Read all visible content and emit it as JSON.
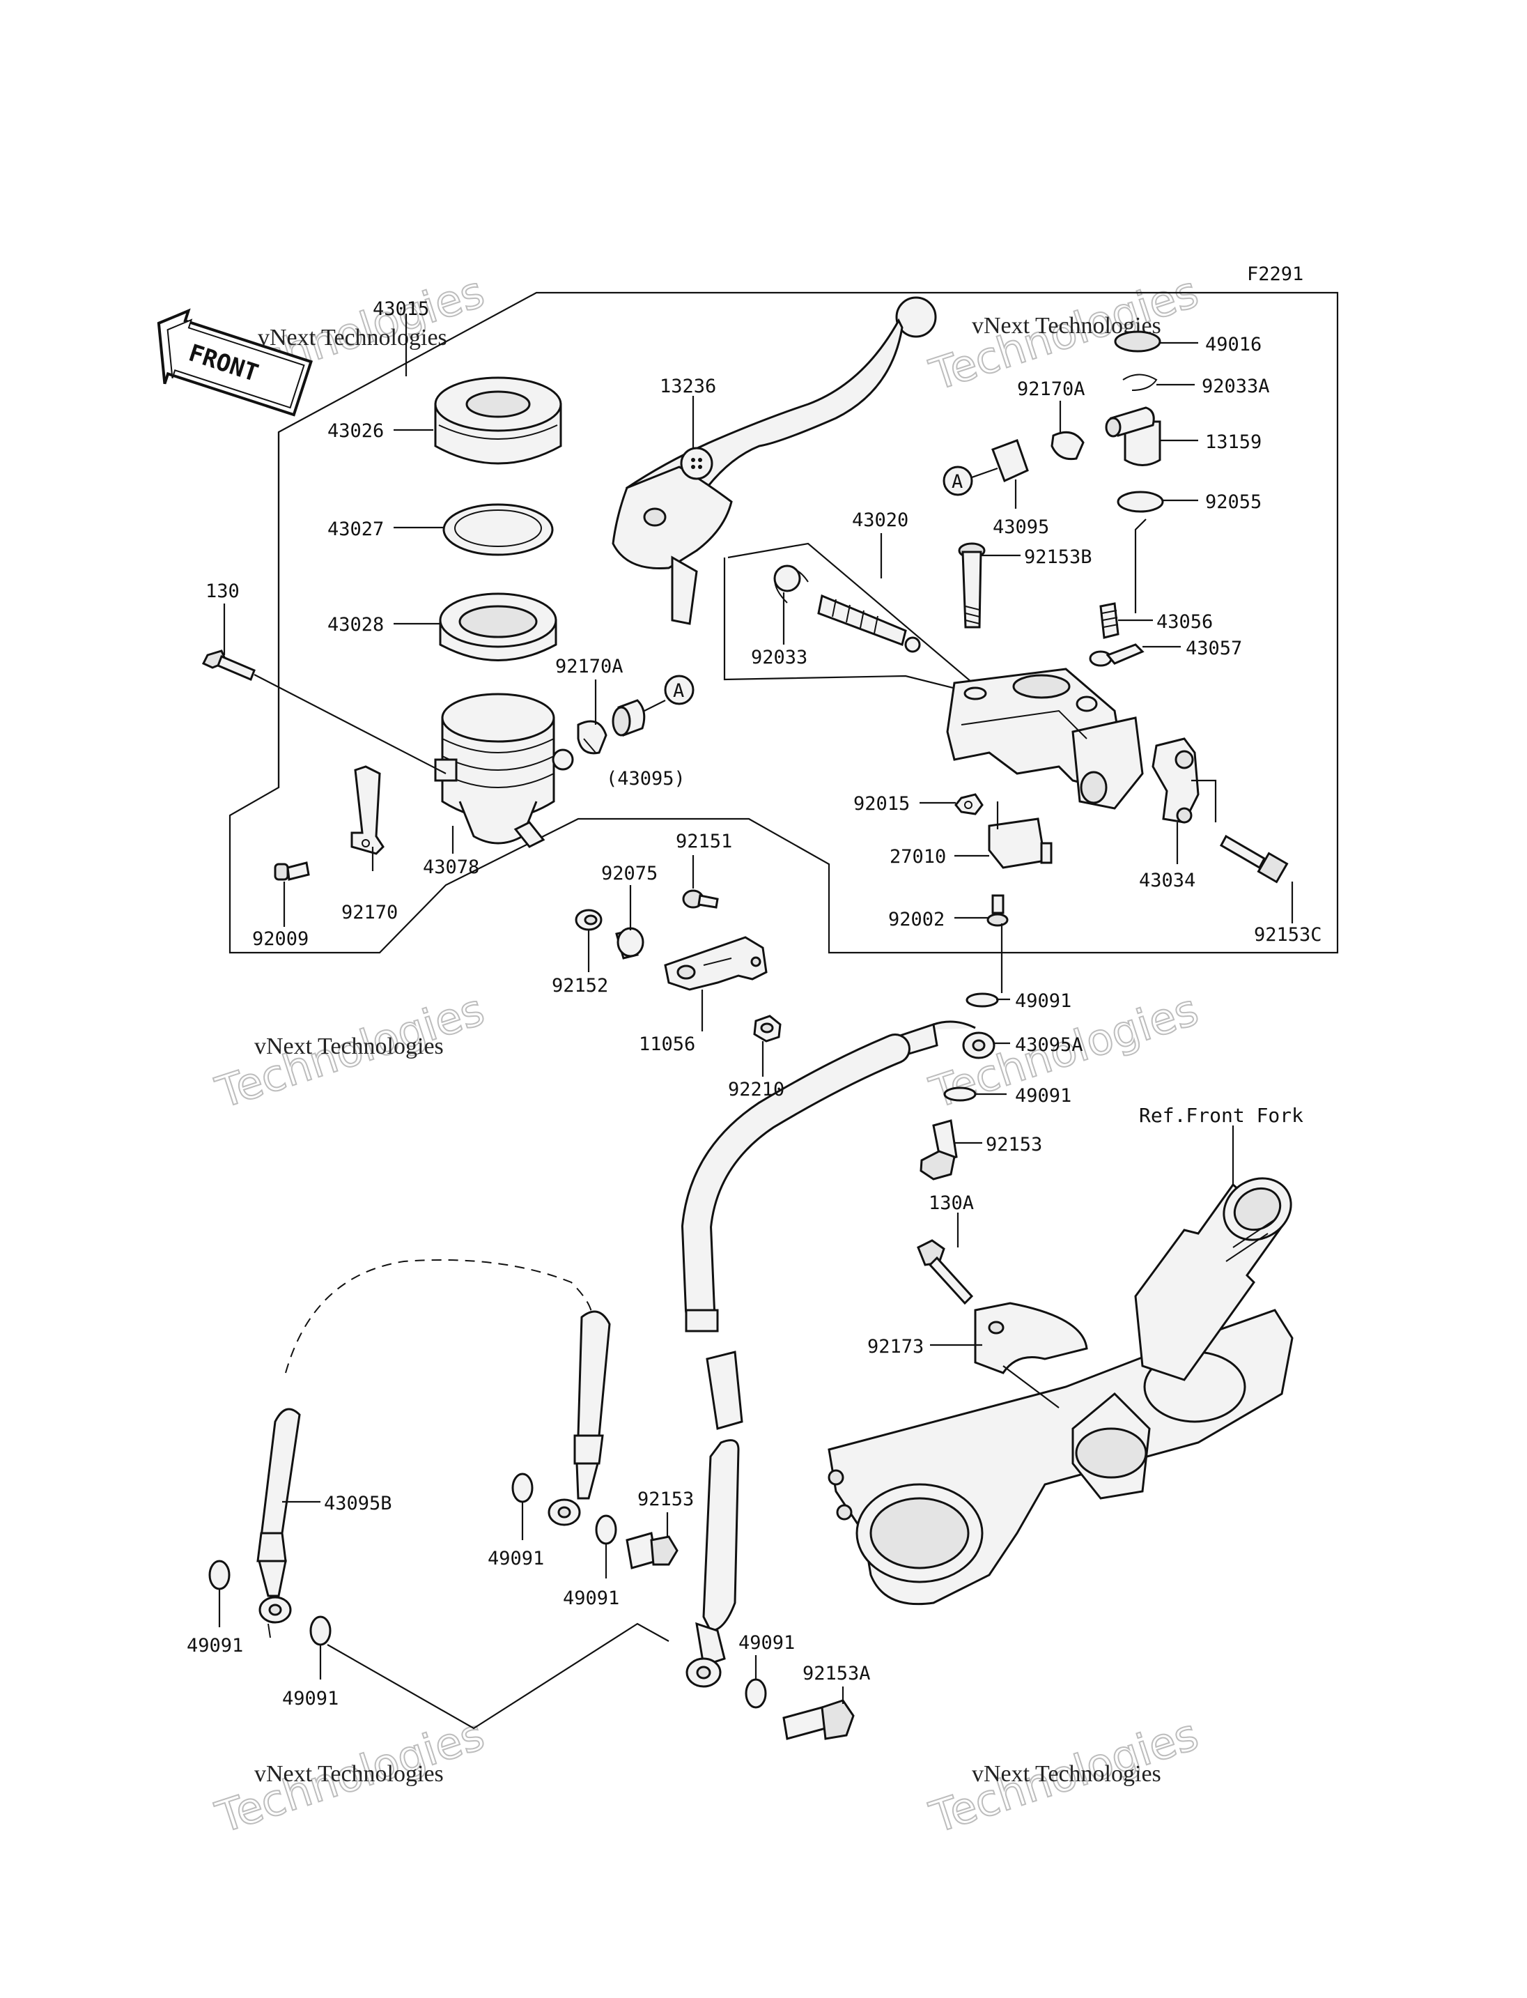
{
  "diagram_code": "F2291",
  "front_marker": "FRONT",
  "reference_label": "Ref.Front Fork",
  "circle_ref": "A",
  "watermark": {
    "line1": "vNext Technologies",
    "line2": "Technologies"
  },
  "parts": {
    "p43015": "43015",
    "p43026": "43026",
    "p43027": "43027",
    "p43028": "43028",
    "p130": "130",
    "p92170A_left": "92170A",
    "p43095_paren": "(43095)",
    "p43078": "43078",
    "p92170": "92170",
    "p92009": "92009",
    "p13236": "13236",
    "p43020": "43020",
    "p92033": "92033",
    "p92151": "92151",
    "p92075": "92075",
    "p92152": "92152",
    "p11056": "11056",
    "p92210": "92210",
    "p49016": "49016",
    "p92170A_right": "92170A",
    "p92033A": "92033A",
    "p13159": "13159",
    "p43095": "43095",
    "p92055": "92055",
    "p92153B": "92153B",
    "p43056": "43056",
    "p43057": "43057",
    "p92015": "92015",
    "p27010": "27010",
    "p43034": "43034",
    "p92002": "92002",
    "p92153C": "92153C",
    "p49091_a": "49091",
    "p43095A": "43095A",
    "p49091_b": "49091",
    "p92153": "92153",
    "p130A": "130A",
    "p92173": "92173",
    "p43095B": "43095B",
    "p49091_c": "49091",
    "p92153_lower": "92153",
    "p49091_d": "49091",
    "p49091_e": "49091",
    "p49091_f": "49091",
    "p49091_g": "49091",
    "p92153A": "92153A"
  }
}
